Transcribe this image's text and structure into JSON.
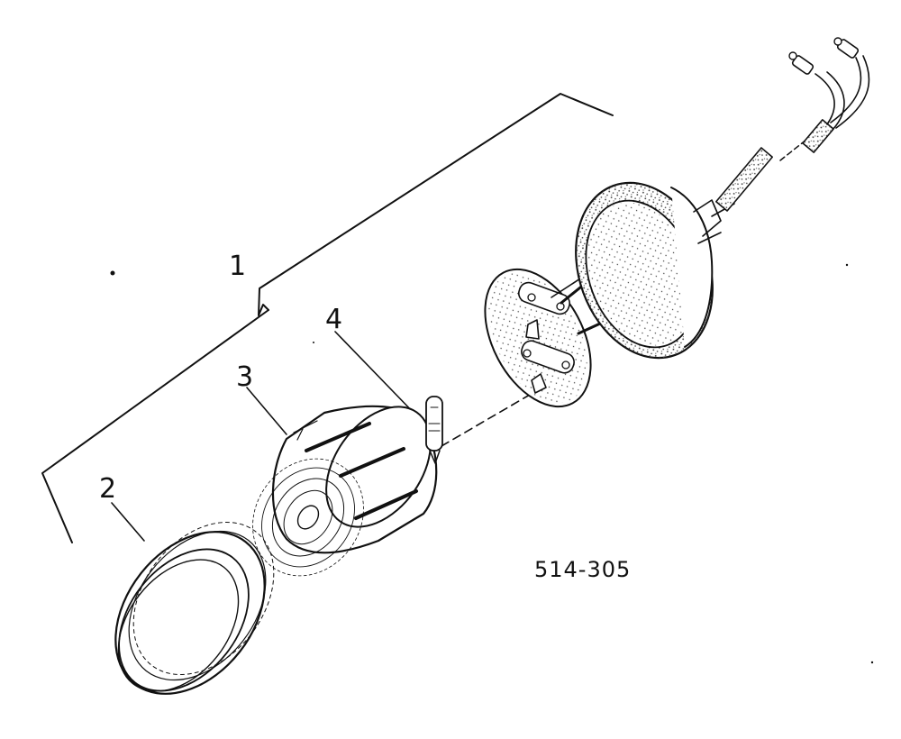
{
  "diagram": {
    "callouts": [
      {
        "id": "1"
      },
      {
        "id": "2"
      },
      {
        "id": "3"
      },
      {
        "id": "4"
      }
    ],
    "part_number": "514-305"
  },
  "colors": {
    "ink": "#111111",
    "paper": "#ffffff",
    "stipple": "#555555"
  }
}
